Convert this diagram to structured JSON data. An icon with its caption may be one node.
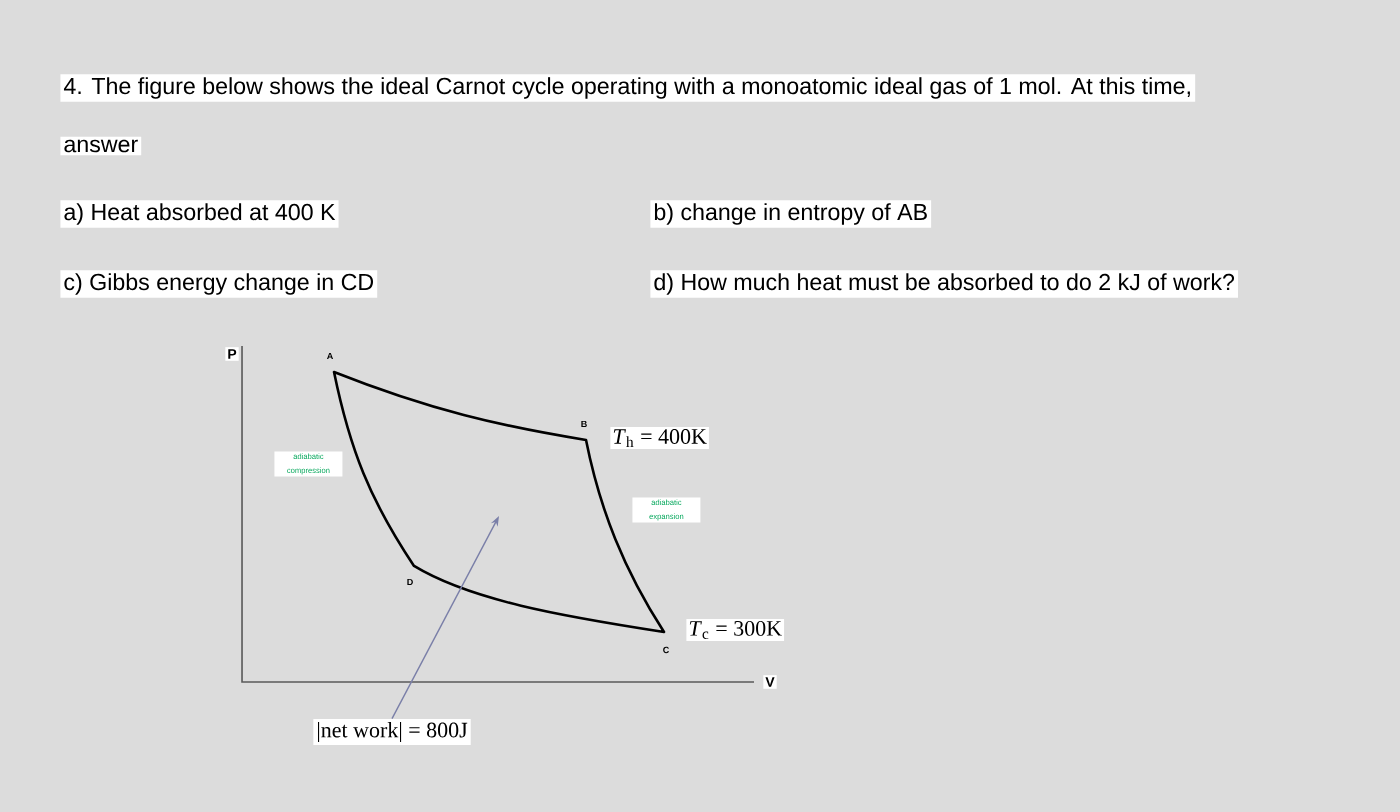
{
  "diagram": {
    "title": "4. The figure below shows the ideal Carnot cycle operating with a monoatomic ideal gas of 1 mol. At this time,",
    "nodes": [
      {
        "text": [
          "|net work| = 800J"
        ]
      },
      {
        "text": [],
        "shape": "picture"
      }
    ],
    "edges": [
      {
        "from": 0,
        "to": 1,
        "arrow": "to",
        "color": "#7a7fa8"
      }
    ],
    "labels": [
      "answer",
      "a)  Heat absorbed at 400 K",
      "b) change in entropy of AB",
      "c) Gibbs energy change in CD",
      "d) How much heat must be absorbed to do 2 kJ of work?",
      "P",
      "A",
      "B",
      "*T*$_{h}$ = 400K",
      "adiabatic compression",
      "adiabatic expansion",
      "D",
      "*T*$_{c}$ = 300K",
      "C",
      "V"
    ]
  }
}
